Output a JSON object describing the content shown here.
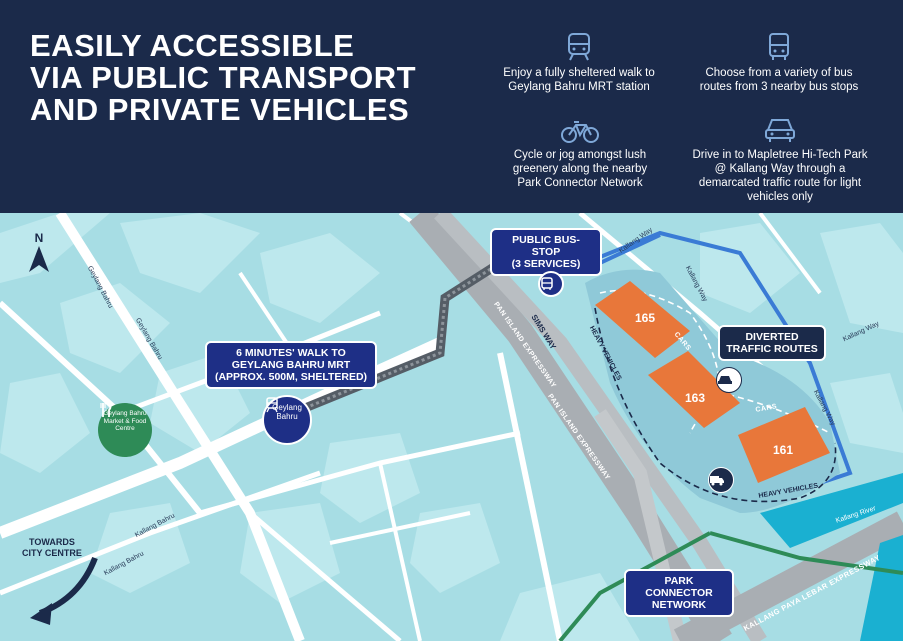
{
  "header": {
    "title_lines": [
      "EASILY ACCESSIBLE",
      "VIA PUBLIC TRANSPORT",
      "AND PRIVATE VEHICLES"
    ],
    "features": [
      {
        "icon": "train-icon",
        "text": "Enjoy a fully sheltered walk to Geylang Bahru MRT station"
      },
      {
        "icon": "bus-icon",
        "text": "Choose from a variety of bus routes from 3 nearby bus stops"
      },
      {
        "icon": "bicycle-icon",
        "text": "Cycle or jog amongst lush greenery along the nearby Park Connector Network"
      },
      {
        "icon": "car-icon",
        "text": "Drive in to Mapletree Hi-Tech Park @ Kallang Way through a demarcated traffic route for light vehicles only"
      }
    ]
  },
  "map": {
    "north": "N",
    "callouts": {
      "bus_stop": [
        "PUBLIC BUS-STOP",
        "(3 SERVICES)"
      ],
      "walk": [
        "6 MINUTES' WALK TO",
        "GEYLANG BAHRU MRT",
        "(APPROX. 500M, SHELTERED)"
      ],
      "diverted": [
        "DIVERTED",
        "TRAFFIC ROUTES"
      ],
      "park_connector": [
        "PARK CONNECTOR",
        "NETWORK"
      ]
    },
    "mrt_station": "Geylang Bahru",
    "food_centre": "Geylang Bahru Market & Food Centre",
    "towards": [
      "TOWARDS",
      "CITY CENTRE"
    ],
    "buildings": [
      "165",
      "163",
      "161"
    ],
    "route_labels": {
      "cars1": "CARS",
      "cars2": "CARS",
      "heavy1": "HEAVY VEHICLES",
      "heavy2": "HEAVY VEHICLES"
    },
    "roads": {
      "geylang_bahru_1": "Geylang Bahru",
      "geylang_bahru_2": "Geylang Bahru",
      "kallang_bahru_1": "Kallang Bahru",
      "kallang_bahru_2": "Kallang Bahru",
      "kallang_way_1": "Kallang Way",
      "kallang_way_2": "Kallang Way",
      "kallang_way_3": "Kallang Way",
      "kallang_way_4": "Kallang Way",
      "kallang_river": "Kallang River",
      "sims_way": "SIMS WAY",
      "pie_1": "PAN ISLAND EXPRESSWAY",
      "pie_2": "PAN ISLAND EXPRESSWAY",
      "kpe": "KALLANG PAYA LEBAR EXPRESSWAY"
    },
    "colors": {
      "sea": "#a7dde4",
      "building": "#e8773a",
      "navy": "#1b2a4a",
      "pill": "#1e2f86",
      "green": "#2e8b57",
      "river": "#1ab0d1",
      "route_blue": "#3a7bd5"
    }
  }
}
